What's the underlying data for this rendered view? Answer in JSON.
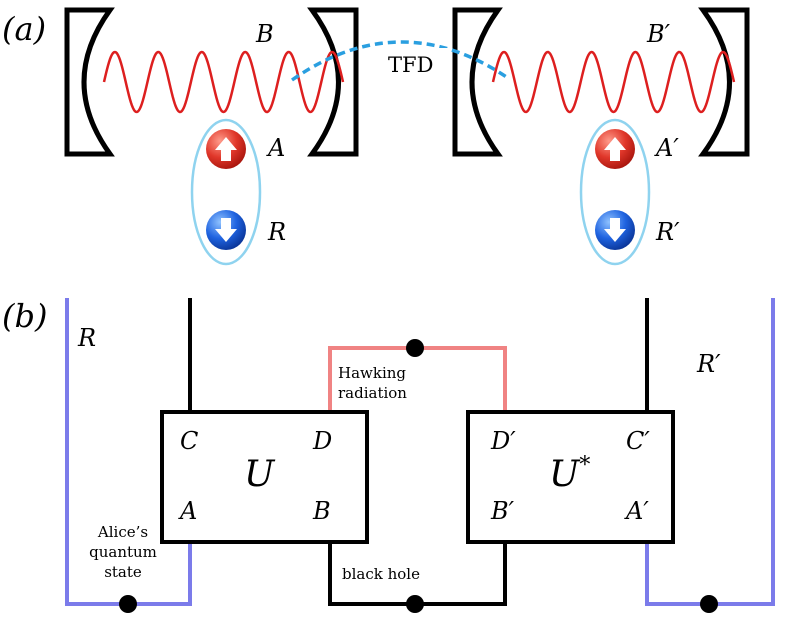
{
  "panel_a": {
    "label": "(a)",
    "left_cavity_mode": "B",
    "right_cavity_mode": "B′",
    "tfd_label": "TFD",
    "left_spin_up": "A",
    "left_spin_down": "R",
    "right_spin_up": "A′",
    "right_spin_down": "R′"
  },
  "panel_b": {
    "label": "(b)",
    "left_reference": "R",
    "right_reference": "R′",
    "left_box": {
      "gate": "U",
      "top_left": "C",
      "top_right": "D",
      "bottom_left": "A",
      "bottom_right": "B"
    },
    "right_box": {
      "gate": "U",
      "gate_superscript": "*",
      "top_left": "D′",
      "top_right": "C′",
      "bottom_left": "B′",
      "bottom_right": "A′"
    },
    "hawking_line1": "Hawking",
    "hawking_line2": "radiation",
    "alice_line1": "Alice’s",
    "alice_line2": "quantum",
    "alice_line3": "state",
    "black_hole": "black hole"
  },
  "colors": {
    "wave": "#dd1f1f",
    "tfd_dash": "#2a9fe0",
    "spin_ring": "#8fd3ef",
    "spin_up": "#e0372a",
    "spin_down": "#1f63e0",
    "reference_wire": "#7b7bea",
    "hawking_wire": "#f08383",
    "wire": "#000000"
  }
}
